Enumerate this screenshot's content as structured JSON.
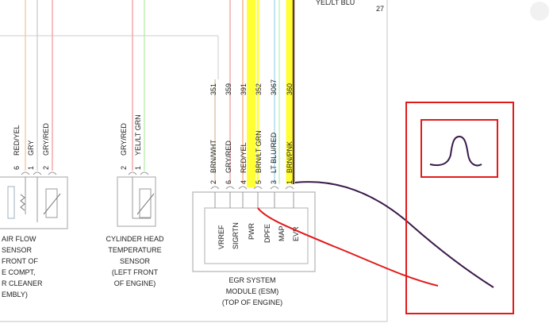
{
  "header": {
    "top_label": "YEL/LT BLU",
    "top_number": "27"
  },
  "air_flow_sensor": {
    "pins": [
      {
        "pin": "6",
        "wire": "RED/YEL",
        "color": "#f2c9a6"
      },
      {
        "pin": "1",
        "wire": "GRY",
        "color": "#cfcfcf"
      },
      {
        "pin": "2",
        "wire": "GRY/RED",
        "color": "#f0a6a6"
      }
    ],
    "label_lines": [
      "AIR FLOW",
      "SENSOR",
      "FRONT OF",
      "E COMPT,",
      "R CLEANER",
      "EMBLY)"
    ]
  },
  "cylinder_head_sensor": {
    "pins": [
      {
        "pin": "2",
        "wire": "GRY/RED",
        "color": "#f0a6a6"
      },
      {
        "pin": "1",
        "wire": "YEL/LT GRN",
        "color": "#b8f0b0"
      }
    ],
    "label_lines": [
      "CYLINDER HEAD",
      "TEMPERATURE",
      "SENSOR",
      "(LEFT FRONT",
      "OF ENGINE)"
    ]
  },
  "egr_module": {
    "circuits": [
      {
        "circuit": "351",
        "pin": "2",
        "wire": "BRN/WHT",
        "inner": "VRREF",
        "color": "#d9c3a8"
      },
      {
        "circuit": "359",
        "pin": "6",
        "wire": "GRY/RED",
        "inner": "SIGRTN",
        "color": "#f0a6a6"
      },
      {
        "circuit": "391",
        "pin": "4",
        "wire": "RED/YEL",
        "inner": "PWR",
        "color": "#f5b08a"
      },
      {
        "circuit": "352",
        "pin": "5",
        "wire": "BRN/LT GRN",
        "inner": "",
        "color": "#ffff33"
      },
      {
        "circuit": "3067",
        "pin": "3",
        "wire": "LT BLU/RED",
        "inner": "DPFE",
        "color": "#a8d8f0"
      },
      {
        "circuit": "360",
        "pin": "1",
        "wire": "BRN/PNK",
        "inner": "MAP",
        "color": "#5a3a2a"
      }
    ],
    "extra_inner_label": "EVR",
    "label_lines": [
      "EGR SYSTEM",
      "MODULE (ESM)",
      "(TOP OF ENGINE)"
    ]
  },
  "annotation": {
    "highlight_color": "#ffff33",
    "box_color": "#e21a1a",
    "trace_color": "#3a1a4a",
    "pulse_line_color": "#3a1a4a"
  }
}
